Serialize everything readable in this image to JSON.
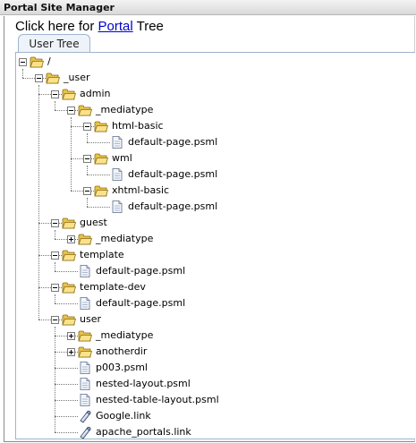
{
  "titlebar": {
    "title": "Portal Site Manager"
  },
  "header": {
    "prefix": "Click here for ",
    "link": "Portal",
    "suffix": " Tree"
  },
  "tabs": [
    {
      "label": "User Tree"
    }
  ],
  "tree": [
    {
      "label": "/",
      "type": "folder",
      "depth": 0,
      "expanded": true
    },
    {
      "label": "_user",
      "type": "folder",
      "depth": 1,
      "expanded": true
    },
    {
      "label": "admin",
      "type": "folder",
      "depth": 2,
      "expanded": true
    },
    {
      "label": "_mediatype",
      "type": "folder",
      "depth": 3,
      "expanded": true
    },
    {
      "label": "html-basic",
      "type": "folder",
      "depth": 4,
      "expanded": true
    },
    {
      "label": "default-page.psml",
      "type": "page",
      "depth": 5
    },
    {
      "label": "wml",
      "type": "folder",
      "depth": 4,
      "expanded": true
    },
    {
      "label": "default-page.psml",
      "type": "page",
      "depth": 5
    },
    {
      "label": "xhtml-basic",
      "type": "folder",
      "depth": 4,
      "expanded": true
    },
    {
      "label": "default-page.psml",
      "type": "page",
      "depth": 5
    },
    {
      "label": "guest",
      "type": "folder",
      "depth": 2,
      "expanded": true
    },
    {
      "label": "_mediatype",
      "type": "folder",
      "depth": 3,
      "expanded": false
    },
    {
      "label": "template",
      "type": "folder",
      "depth": 2,
      "expanded": true
    },
    {
      "label": "default-page.psml",
      "type": "page",
      "depth": 3
    },
    {
      "label": "template-dev",
      "type": "folder",
      "depth": 2,
      "expanded": true
    },
    {
      "label": "default-page.psml",
      "type": "page",
      "depth": 3
    },
    {
      "label": "user",
      "type": "folder",
      "depth": 2,
      "expanded": true
    },
    {
      "label": "_mediatype",
      "type": "folder",
      "depth": 3,
      "expanded": false
    },
    {
      "label": "anotherdir",
      "type": "folder",
      "depth": 3,
      "expanded": false
    },
    {
      "label": "p003.psml",
      "type": "page",
      "depth": 3
    },
    {
      "label": "nested-layout.psml",
      "type": "page",
      "depth": 3
    },
    {
      "label": "nested-table-layout.psml",
      "type": "page",
      "depth": 3
    },
    {
      "label": "Google.link",
      "type": "link",
      "depth": 3
    },
    {
      "label": "apache_portals.link",
      "type": "link",
      "depth": 3
    }
  ]
}
